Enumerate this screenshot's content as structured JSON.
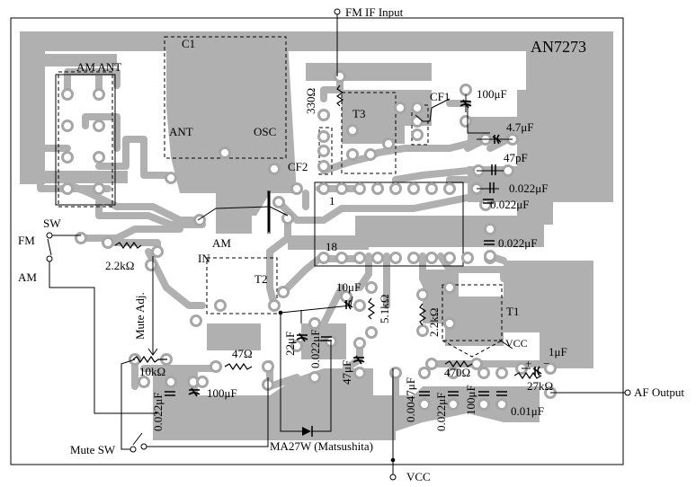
{
  "title": "AN7273",
  "labels": {
    "fm_if_input": "FM IF Input",
    "af_output": "AF Output",
    "vcc_bottom": "VCC",
    "vcc_t1": "VCC",
    "am_ant": "AM ANT",
    "ant": "ANT",
    "osc": "OSC",
    "c1": "C1",
    "cf1": "CF1",
    "cf2": "CF2",
    "t1": "T1",
    "t2": "T2",
    "t3": "T3",
    "am": "AM",
    "in": "IN",
    "sw": "SW",
    "fm": "FM",
    "am_left": "AM",
    "mute_adj": "Mute Adj.",
    "mute_sw": "Mute SW",
    "diode": "MA27W (Matsushita)",
    "pin1": "1",
    "pin18": "18",
    "r_330": "330Ω",
    "r_2k2_left": "2.2kΩ",
    "r_10k": "10kΩ",
    "r_47": "47Ω",
    "r_5k1": "5.1kΩ",
    "r_2k2_t1": "2.2kΩ",
    "r_470": "470Ω",
    "r_27k": "27kΩ",
    "c_100u_top": "100μF",
    "c_4u7": "4.7μF",
    "c_47p": "47pF",
    "c_0u022_a": "0.022μF",
    "c_0u022_b": "0.022μF",
    "c_0u022_c": "0.022μF",
    "c_10u": "10μF",
    "c_22u": "22μF",
    "c_0u022_d": "0.022μF",
    "c_47u": "47μF",
    "c_0u022_e": "0.022μF",
    "c_100u_left": "100μF",
    "c_0u0047": "0.0047μF",
    "c_0u022_f": "0.022μF",
    "c_100u_right": "100μF",
    "c_0u01": "0.01μF",
    "c_1u": "1μF",
    "plus": "+",
    "minus": "−"
  },
  "colors": {
    "copper": "#b0b0b0",
    "pad_ring": "#a6a6a6",
    "line": "#000000"
  }
}
